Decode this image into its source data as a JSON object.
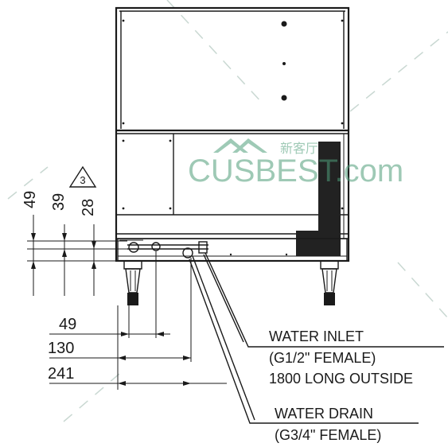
{
  "watermark": {
    "brand": "CUSBEST.com",
    "chinese": "新客厅",
    "color": "#4f9e7a"
  },
  "revision_marker": "3",
  "vertical_dims": [
    "49",
    "39",
    "28"
  ],
  "horizontal_dims": [
    "49",
    "130",
    "241"
  ],
  "callouts": {
    "inlet_title": "WATER INLET",
    "inlet_spec": "(G1/2\" FEMALE)",
    "inlet_length": "1800 LONG OUTSIDE",
    "drain_title": "WATER DRAIN",
    "drain_spec": "(G3/4\" FEMALE)"
  }
}
